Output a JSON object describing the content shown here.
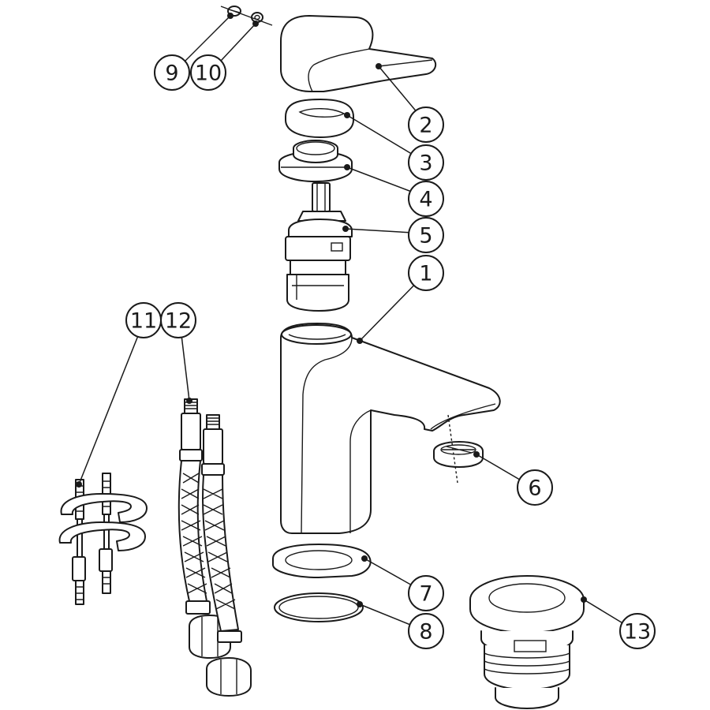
{
  "colors": {
    "line": "#1a1a1a",
    "background": "#ffffff"
  },
  "callouts": [
    {
      "id": "c9",
      "label": "9"
    },
    {
      "id": "c10",
      "label": "10"
    },
    {
      "id": "c2",
      "label": "2"
    },
    {
      "id": "c3",
      "label": "3"
    },
    {
      "id": "c4",
      "label": "4"
    },
    {
      "id": "c5",
      "label": "5"
    },
    {
      "id": "c1",
      "label": "1"
    },
    {
      "id": "c11",
      "label": "11"
    },
    {
      "id": "c12",
      "label": "12"
    },
    {
      "id": "c6",
      "label": "6"
    },
    {
      "id": "c7",
      "label": "7"
    },
    {
      "id": "c8",
      "label": "8"
    },
    {
      "id": "c13",
      "label": "13"
    }
  ]
}
